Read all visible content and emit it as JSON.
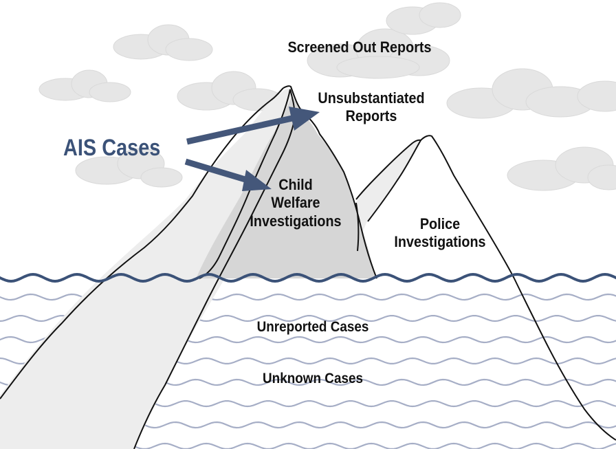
{
  "labels": {
    "screened_out": "Screened Out Reports",
    "unsubstantiated": [
      "Unsubstantiated",
      "Reports"
    ],
    "child_welfare": [
      "Child",
      "Welfare",
      "Investigations"
    ],
    "police": [
      "Police",
      "Investigations"
    ],
    "unreported": "Unreported Cases",
    "unknown": "Unknown Cases",
    "ais_cases": "AIS Cases"
  },
  "colors": {
    "arrow": "#44577a",
    "waterline": "#3b5278",
    "waves": "#a6aec6",
    "mountain_fill_light": "#ededed",
    "mountain_fill_dark": "#d6d6d6",
    "cloud": "#e3e3e3",
    "outline": "#111111"
  }
}
